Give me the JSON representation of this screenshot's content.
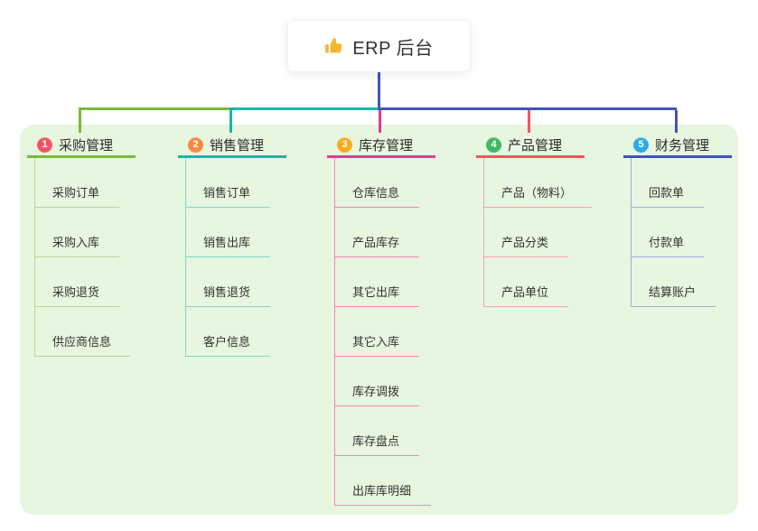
{
  "root": {
    "label": "ERP 后台",
    "icon": "thumbs-up-icon",
    "icon_color": "#f2b632"
  },
  "colors": {
    "page_bg": "#ffffff",
    "panel_bg": "#e7f6df",
    "root_card_bg": "#ffffff",
    "root_text": "#333333",
    "trunk_blue": "#4254b8"
  },
  "branches": [
    {
      "num": "1",
      "label": "采购管理",
      "badge_color": "#f25465",
      "main_color": "#79b93d",
      "light_color": "#b3d990",
      "items": [
        "采购订单",
        "采购入库",
        "采购退货",
        "供应商信息"
      ]
    },
    {
      "num": "2",
      "label": "销售管理",
      "badge_color": "#f8893e",
      "main_color": "#16b8ac",
      "light_color": "#7fd6c9",
      "items": [
        "销售订单",
        "销售出库",
        "销售退货",
        "客户信息"
      ]
    },
    {
      "num": "3",
      "label": "库存管理",
      "badge_color": "#fbab1d",
      "main_color": "#e13a97",
      "light_color": "#f284bd",
      "items": [
        "仓库信息",
        "产品库存",
        "其它出库",
        "其它入库",
        "库存调拨",
        "库存盘点",
        "出库库明细"
      ]
    },
    {
      "num": "4",
      "label": "产品管理",
      "badge_color": "#3eb965",
      "main_color": "#f4545e",
      "light_color": "#f8a3a6",
      "items": [
        "产品（物料）",
        "产品分类",
        "产品单位"
      ]
    },
    {
      "num": "5",
      "label": "财务管理",
      "badge_color": "#2aabe4",
      "main_color": "#4254b8",
      "light_color": "#9dabde",
      "items": [
        "回款单",
        "付款单",
        "结算账户"
      ]
    }
  ]
}
